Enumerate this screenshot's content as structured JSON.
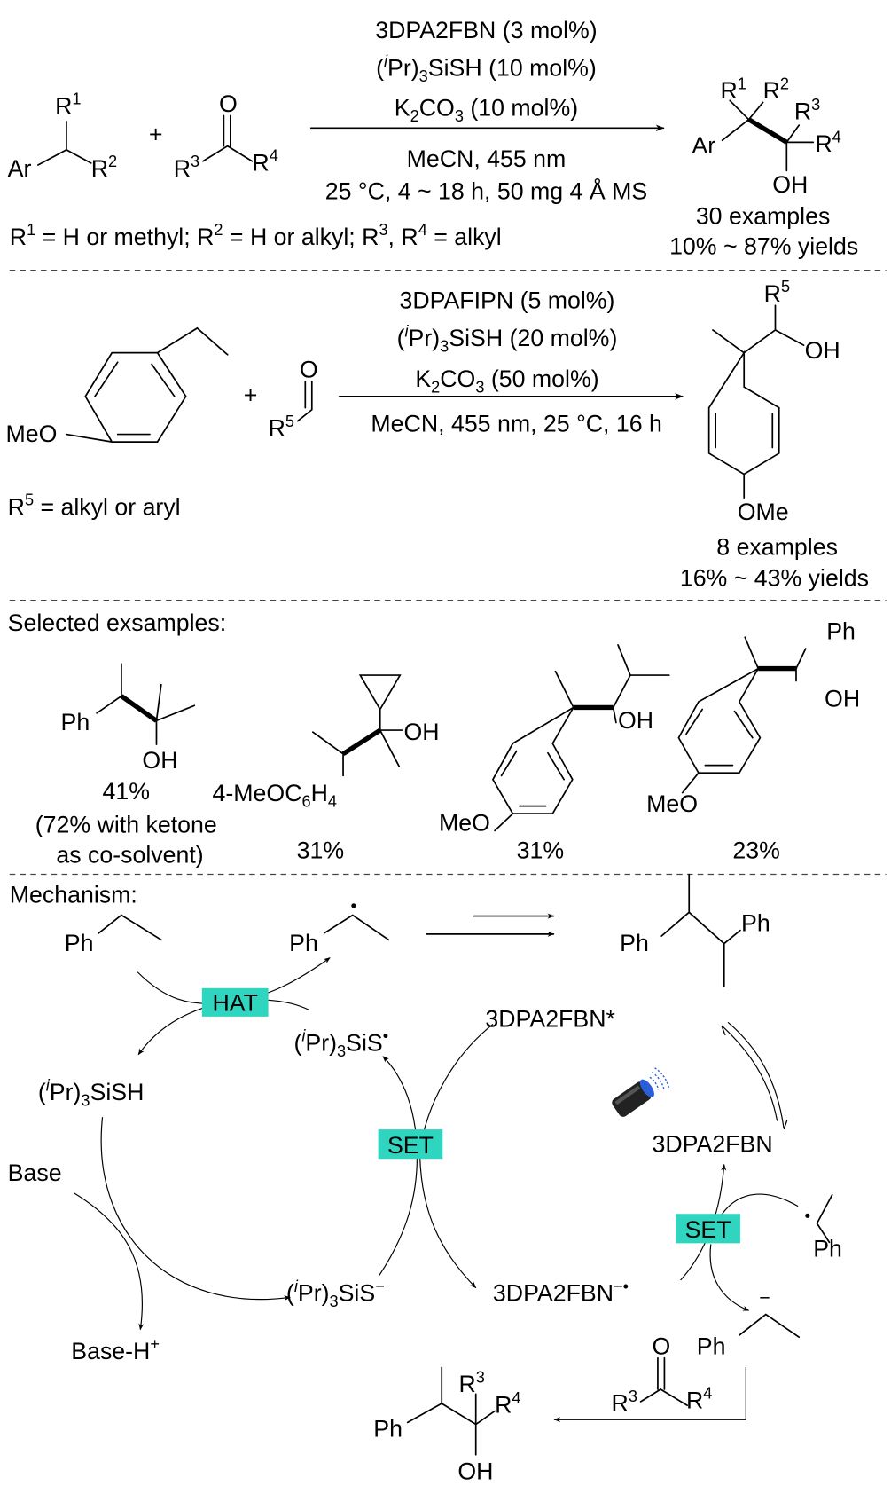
{
  "colors": {
    "highlight": "#2fd5be",
    "light_blue": "#2a5fd8"
  },
  "s1": {
    "reagent1": [
      [
        "3DPA2FBN (3 mol%)"
      ]
    ],
    "reagent2": [
      [
        "("
      ],
      [
        "i",
        "supi"
      ],
      [
        "Pr)"
      ],
      [
        "3",
        "sub"
      ],
      [
        "SiSH (10 mol%)"
      ]
    ],
    "reagent3": [
      [
        "K"
      ],
      [
        "2",
        "sub"
      ],
      [
        "CO"
      ],
      [
        "3",
        "sub"
      ],
      [
        " (10 mol%)"
      ]
    ],
    "cond1": [
      [
        "MeCN, 455 nm"
      ]
    ],
    "cond2": [
      [
        "25 °C, 4 ~ 18 h, 50 mg 4 Å MS"
      ]
    ],
    "ar": [
      [
        "Ar"
      ]
    ],
    "r1": [
      [
        "R"
      ],
      [
        "1",
        "sup"
      ]
    ],
    "r2": [
      [
        "R"
      ],
      [
        "2",
        "sup"
      ]
    ],
    "plus": [
      [
        "+"
      ]
    ],
    "o": [
      [
        "O"
      ]
    ],
    "r3": [
      [
        "R"
      ],
      [
        "3",
        "sup"
      ]
    ],
    "r4": [
      [
        "R"
      ],
      [
        "4",
        "sup"
      ]
    ],
    "p_r1": [
      [
        "R"
      ],
      [
        "1",
        "sup"
      ]
    ],
    "p_r2": [
      [
        "R"
      ],
      [
        "2",
        "sup"
      ]
    ],
    "p_r3": [
      [
        "R"
      ],
      [
        "3",
        "sup"
      ]
    ],
    "p_r4": [
      [
        "R"
      ],
      [
        "4",
        "sup"
      ]
    ],
    "p_ar": [
      [
        "Ar"
      ]
    ],
    "p_oh": [
      [
        "OH"
      ]
    ],
    "examples": [
      [
        "30 examples"
      ]
    ],
    "yields": [
      [
        "10% ~ 87% yields"
      ]
    ],
    "definition": [
      [
        "R"
      ],
      [
        "1",
        "sup"
      ],
      [
        " = H or methyl; R"
      ],
      [
        "2",
        "sup"
      ],
      [
        " = H or alkyl; R"
      ],
      [
        "3",
        "sup"
      ],
      [
        ", R"
      ],
      [
        "4",
        "sup"
      ],
      [
        " = alkyl"
      ]
    ]
  },
  "s2": {
    "reagent1": [
      [
        "3DPAFIPN (5 mol%)"
      ]
    ],
    "reagent2": [
      [
        "("
      ],
      [
        "i",
        "supi"
      ],
      [
        "Pr)"
      ],
      [
        "3",
        "sub"
      ],
      [
        "SiSH (20 mol%)"
      ]
    ],
    "reagent3": [
      [
        "K"
      ],
      [
        "2",
        "sub"
      ],
      [
        "CO"
      ],
      [
        "3",
        "sub"
      ],
      [
        " (50 mol%)"
      ]
    ],
    "cond1": [
      [
        "MeCN, 455 nm, 25 °C, 16 h"
      ]
    ],
    "meo": [
      [
        "MeO"
      ]
    ],
    "plus": [
      [
        "+"
      ]
    ],
    "o": [
      [
        "O"
      ]
    ],
    "r5": [
      [
        "R"
      ],
      [
        "5",
        "sup"
      ]
    ],
    "p_r5": [
      [
        "R"
      ],
      [
        "5",
        "sup"
      ]
    ],
    "p_oh": [
      [
        "OH"
      ]
    ],
    "p_ome": [
      [
        "OMe"
      ]
    ],
    "examples": [
      [
        "8 examples"
      ]
    ],
    "yields": [
      [
        "16% ~ 43% yields"
      ]
    ],
    "definition": [
      [
        "R"
      ],
      [
        "5",
        "sup"
      ],
      [
        " = alkyl or aryl"
      ]
    ]
  },
  "s3": {
    "title": [
      [
        "Selected exsamples:"
      ]
    ],
    "ex1": {
      "ph": [
        [
          "Ph"
        ]
      ],
      "oh": [
        [
          "OH"
        ]
      ],
      "yield": [
        [
          "41%"
        ]
      ],
      "note1": [
        [
          "(72% with ketone"
        ]
      ],
      "note2": [
        [
          "as co-solvent)"
        ]
      ]
    },
    "ex2": {
      "oh": [
        [
          "OH"
        ]
      ],
      "aryl": [
        [
          "4-MeOC"
        ],
        [
          "6",
          "sub"
        ],
        [
          "H"
        ],
        [
          "4",
          "sub"
        ]
      ],
      "yield": [
        [
          "31%"
        ]
      ]
    },
    "ex3": {
      "oh": [
        [
          "OH"
        ]
      ],
      "meo": [
        [
          "MeO"
        ]
      ],
      "yield": [
        [
          "31%"
        ]
      ]
    },
    "ex4": {
      "ph": [
        [
          "Ph"
        ]
      ],
      "oh": [
        [
          "OH"
        ]
      ],
      "meo": [
        [
          "MeO"
        ]
      ],
      "yield": [
        [
          "23%"
        ]
      ]
    }
  },
  "s4": {
    "title": [
      [
        "Mechanism:"
      ]
    ],
    "ph1": [
      [
        "Ph"
      ]
    ],
    "ph2": [
      [
        "Ph"
      ]
    ],
    "dimer_ph1": [
      [
        "Ph"
      ]
    ],
    "dimer_ph2": [
      [
        "Ph"
      ]
    ],
    "hat": [
      [
        "HAT"
      ]
    ],
    "set1": [
      [
        "SET"
      ]
    ],
    "set2": [
      [
        "SET"
      ]
    ],
    "thiyl": [
      [
        "("
      ],
      [
        "i",
        "supi"
      ],
      [
        "Pr)"
      ],
      [
        "3",
        "sub"
      ],
      [
        "SiS"
      ],
      [
        "•",
        "sup"
      ]
    ],
    "thiol": [
      [
        "("
      ],
      [
        "i",
        "supi"
      ],
      [
        "Pr)"
      ],
      [
        "3",
        "sub"
      ],
      [
        "SiSH"
      ]
    ],
    "thiolate": [
      [
        "("
      ],
      [
        "i",
        "supi"
      ],
      [
        "Pr)"
      ],
      [
        "3",
        "sub"
      ],
      [
        "SiS"
      ],
      [
        "−",
        "sup"
      ]
    ],
    "base": [
      [
        "Base"
      ]
    ],
    "base_h": [
      [
        "Base-H"
      ],
      [
        "+",
        "sup"
      ]
    ],
    "pc_star": [
      [
        "3DPA2FBN*"
      ]
    ],
    "pc": [
      [
        "3DPA2FBN"
      ]
    ],
    "pc_rad": [
      [
        "3DPA2FBN"
      ],
      [
        "−•",
        "sup"
      ]
    ],
    "rad_ph": [
      [
        "Ph"
      ]
    ],
    "anion_ph": [
      [
        "Ph"
      ]
    ],
    "anion_charge": [
      [
        "−"
      ]
    ],
    "k_o": [
      [
        "O"
      ]
    ],
    "k_r3": [
      [
        "R"
      ],
      [
        "3",
        "sup"
      ]
    ],
    "k_r4": [
      [
        "R"
      ],
      [
        "4",
        "sup"
      ]
    ],
    "prod_ph": [
      [
        "Ph"
      ]
    ],
    "prod_r3": [
      [
        "R"
      ],
      [
        "3",
        "sup"
      ]
    ],
    "prod_r4": [
      [
        "R"
      ],
      [
        "4",
        "sup"
      ]
    ],
    "prod_oh": [
      [
        "OH"
      ]
    ]
  }
}
